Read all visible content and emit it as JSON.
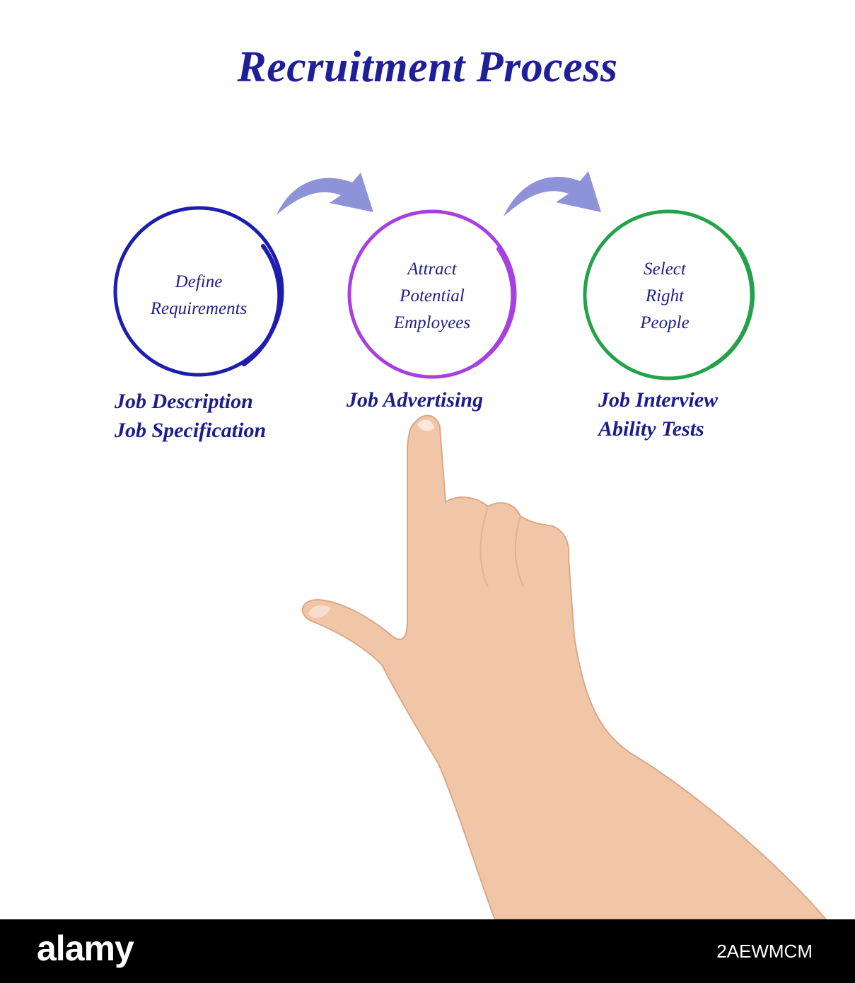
{
  "title": "Recruitment Process",
  "stages": [
    {
      "lines": [
        "Define",
        "Requirements"
      ],
      "captions": [
        "Job Description",
        "Job Specification"
      ],
      "color": "#1d1db0"
    },
    {
      "lines": [
        "Attract",
        "Potential",
        "Employees"
      ],
      "captions": [
        "Job Advertising"
      ],
      "color": "#a83fe0"
    },
    {
      "lines": [
        "Select",
        "Right",
        "People"
      ],
      "captions": [
        "Job Interview",
        "Ability Tests"
      ],
      "color": "#22a34a"
    }
  ],
  "arrow_color": "#8e92d8",
  "footer": {
    "brand": "alamy",
    "image_id": "2AEWMCM"
  }
}
